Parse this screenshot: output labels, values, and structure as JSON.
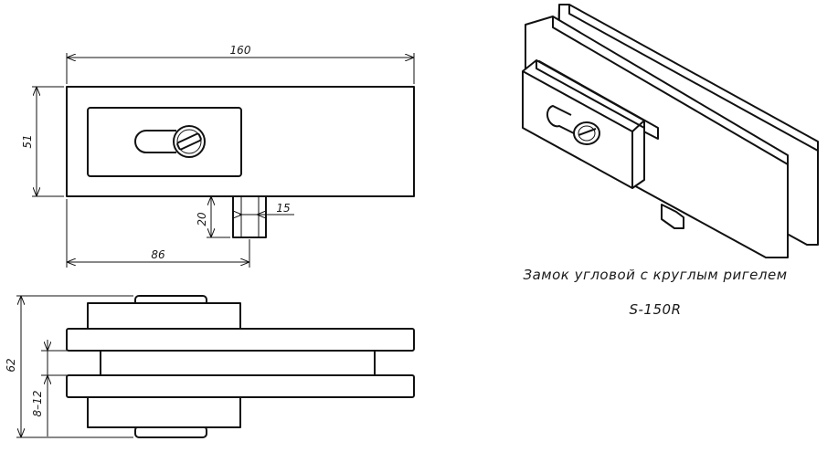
{
  "dimensions": {
    "width_total": "160",
    "height_total": "51",
    "pin_height": "20",
    "pin_width": "15",
    "offset_left": "86",
    "depth_total": "62",
    "glass_thickness": "8–12"
  },
  "caption": {
    "line1": "Замок угловой с круглым ригелем",
    "line2": "S-150R"
  }
}
